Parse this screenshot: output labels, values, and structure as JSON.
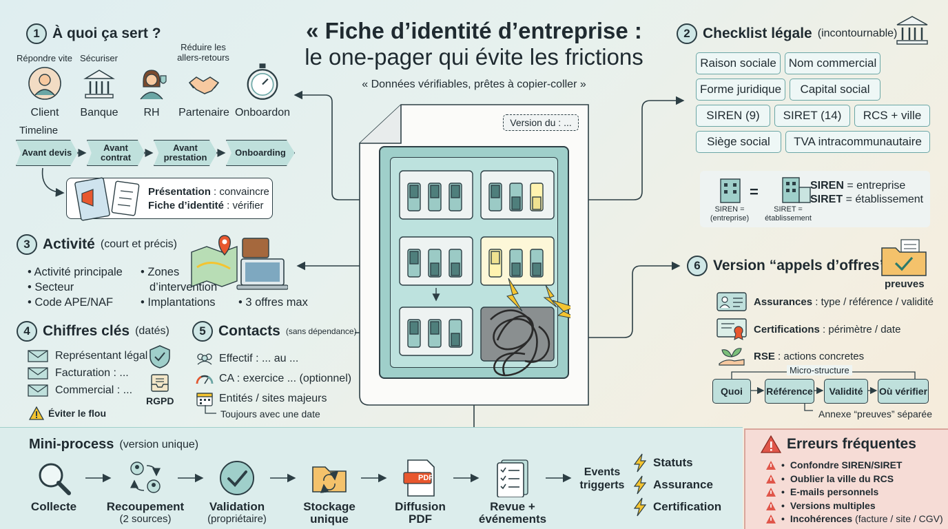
{
  "title": {
    "line1": "« Fiche d’identité d’entreprise :",
    "line2": "le one-pager qui évite les frictions",
    "subtitle": "« Données vérifiables, prêtes à copier-coller »"
  },
  "doc_version": "Version du : ...",
  "s1": {
    "num": "1",
    "title": "À quoi ça sert ?",
    "goals": [
      "Répondre vite",
      "Sécuriser",
      "Réduire les allers-retours"
    ],
    "audiences": [
      "Client",
      "Banque",
      "RH",
      "Partenaire",
      "Onboardon"
    ],
    "timeline_label": "Timeline",
    "timeline": [
      "Avant devis",
      "Avant contrat",
      "Avant prestation",
      "Onboarding"
    ],
    "note": {
      "l1_bold": "Présentation",
      "l1_rest": " : convaincre",
      "l2_bold": "Fiche d’identité",
      "l2_rest": " : vérifier"
    }
  },
  "s2": {
    "num": "2",
    "title": "Checklist légale",
    "qualifier": "(incontournable)",
    "items": [
      "Raison sociale",
      "Nom commercial",
      "Forme juridique",
      "Capital social",
      "SIREN (9)",
      "SIRET (14)",
      "RCS + ville",
      "Siège social",
      "TVA intracommunautaire"
    ],
    "siren_caption": "SIREN = (entreprise)",
    "siret_caption": "SIRET = établissement",
    "equals": "=",
    "def1_bold": "SIREN",
    "def1_rest": " = entreprise",
    "def2_bold": "SIRET",
    "def2_rest": " = établissement"
  },
  "s3": {
    "num": "3",
    "title": "Activité",
    "qualifier": "(court et précis)",
    "col1": [
      "Activité principale",
      "Secteur",
      "Code APE/NAF"
    ],
    "col2": [
      "Zones d’intervention",
      "Implantations"
    ],
    "offers": "3 offres max"
  },
  "s4": {
    "num": "4",
    "title": "Chiffres clés",
    "qualifier": "(datés)",
    "items": [
      "Représentant légal",
      "Facturation : ...",
      "Commercial : ..."
    ],
    "rgpd": "RGPD",
    "warning": "Éviter le flou"
  },
  "s5": {
    "num": "5",
    "title": "Contacts",
    "qualifier": "(sans dépendance)",
    "items": [
      "Effectif : ... au ...",
      "CA : exercice ... (optionnel)",
      "Entités / sites majeurs"
    ],
    "note": "Toujours avec une date"
  },
  "s6": {
    "num": "6",
    "title": "Version “appels d’offres”",
    "preuves": "preuves",
    "items": [
      {
        "bold": "Assurances",
        "rest": " : type / référence / validité"
      },
      {
        "bold": "Certifications",
        "rest": " : périmètre / date"
      },
      {
        "bold": "RSE",
        "rest": " : actions concretes"
      }
    ],
    "micro_label": "Micro-structure",
    "micro": [
      "Quoi",
      "Référence",
      "Validité",
      "Où vérifier"
    ],
    "annex": "Annexe “preuves” séparée"
  },
  "process": {
    "title": "Mini-process",
    "qualifier": "(version unique)",
    "steps": [
      {
        "label": "Collecte",
        "sub": ""
      },
      {
        "label": "Recoupement",
        "sub": "(2 sources)"
      },
      {
        "label": "Validation",
        "sub": "(propriétaire)"
      },
      {
        "label": "Stockage unique",
        "sub": ""
      },
      {
        "label": "Diffusion PDF",
        "sub": ""
      },
      {
        "label": "Revue + événements",
        "sub": ""
      }
    ],
    "pdf_tag": "PDF",
    "triggers_label": "Events triggerts",
    "triggers": [
      "Statuts",
      "Assurance",
      "Certification"
    ]
  },
  "errors": {
    "title": "Erreurs fréquentes",
    "items": [
      "Confondre SIREN/SIRET",
      "Oublier la ville du RCS",
      "E-mails personnels",
      "Versions multiples"
    ],
    "last_bold": "Incohérences",
    "last_rest": " (facture / site / CGV)"
  },
  "colors": {
    "teal": "#bfe0dc",
    "panel": "#9fcfca",
    "error_bg": "#f6dcd6",
    "error_red": "#c0392b",
    "bolt": "#f4c430"
  }
}
